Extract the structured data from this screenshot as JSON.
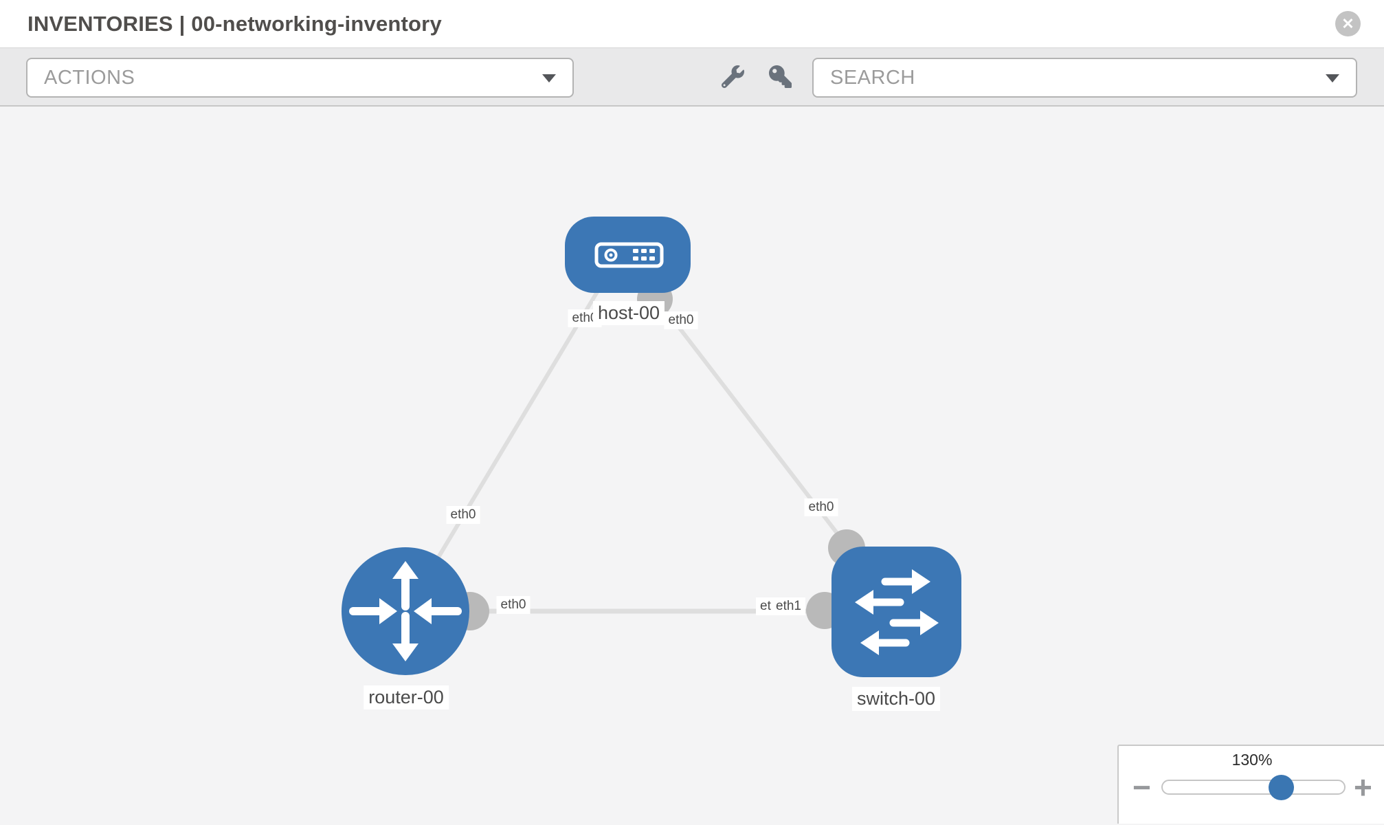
{
  "header": {
    "title": "INVENTORIES | 00-networking-inventory",
    "close_glyph": "✕"
  },
  "toolbar": {
    "actions_label": "ACTIONS",
    "search_label": "SEARCH",
    "wrench_icon": "wrench-tool",
    "key_icon": "key-tool"
  },
  "topology": {
    "nodes": [
      {
        "id": "host-00",
        "type": "host",
        "label": "host-00"
      },
      {
        "id": "router-00",
        "type": "router",
        "label": "router-00"
      },
      {
        "id": "switch-00",
        "type": "switch",
        "label": "switch-00"
      }
    ],
    "links": [
      {
        "from": "host-00",
        "to": "router-00",
        "from_port": "eth0",
        "to_port": "eth0"
      },
      {
        "from": "host-00",
        "to": "switch-00",
        "from_port": "eth0",
        "to_port": "eth0"
      },
      {
        "from": "router-00",
        "to": "switch-00",
        "from_port": "eth0",
        "to_port": "eth1"
      }
    ],
    "interface_labels": [
      "eth0",
      "eth0",
      "eth0",
      "eth0",
      "eth0",
      "eth0",
      "eth1"
    ]
  },
  "zoom_control": {
    "level": "130%",
    "minus_glyph": "−",
    "plus_glyph": "+"
  },
  "colors": {
    "node_blue": "#3c77b5",
    "link_gray": "#dedede",
    "endpoint_gray": "#b9b9b9",
    "canvas_bg": "#f4f4f5",
    "toolbar_bg": "#e9e9ea",
    "knob_blue": "#3a76b2"
  }
}
